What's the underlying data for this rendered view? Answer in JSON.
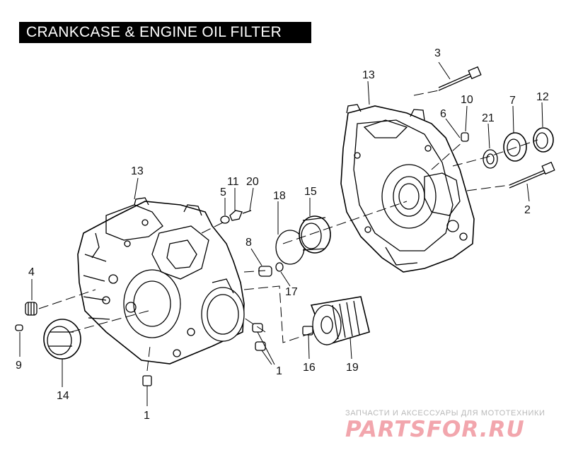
{
  "title": "CRANKCASE & ENGINE OIL FILTER",
  "callouts": {
    "c1a": "1",
    "c1b": "1",
    "c2": "2",
    "c3": "3",
    "c4": "4",
    "c5": "5",
    "c6": "6",
    "c7": "7",
    "c8": "8",
    "c9": "9",
    "c10": "10",
    "c11": "11",
    "c12": "12",
    "c13a": "13",
    "c13b": "13",
    "c14": "14",
    "c15": "15",
    "c16": "16",
    "c17": "17",
    "c18": "18",
    "c19": "19",
    "c20": "20",
    "c21": "21"
  },
  "watermark": {
    "tagline": "ЗАПЧАСТИ И АКСЕССУАРЫ ДЛЯ МОТОТЕХНИКИ",
    "logo": "PARTSFOR.RU"
  },
  "colors": {
    "title_bg": "#000000",
    "title_fg": "#ffffff",
    "watermark_logo": "#f2a6ad",
    "watermark_text": "#b9b9b9"
  }
}
